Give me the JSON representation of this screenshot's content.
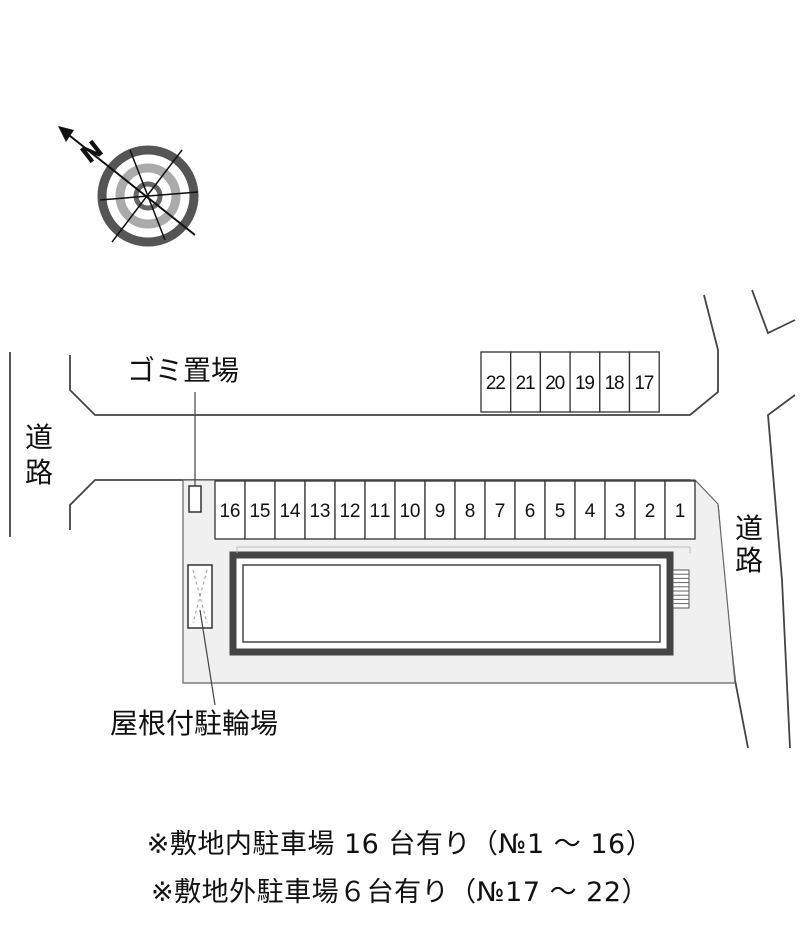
{
  "map": {
    "labels": {
      "garbage": "ゴミ置場",
      "bike_parking": "屋根付駐輪場",
      "road_left": [
        "道",
        "路"
      ],
      "road_right": [
        "道",
        "路"
      ],
      "north": "N"
    },
    "onsite_spaces": [
      "16",
      "15",
      "14",
      "13",
      "12",
      "11",
      "10",
      "9",
      "8",
      "7",
      "6",
      "5",
      "4",
      "3",
      "2",
      "1"
    ],
    "offsite_spaces": [
      "22",
      "21",
      "20",
      "19",
      "18",
      "17"
    ],
    "notes": [
      "※敷地内駐車場 16 台有り（№1 〜 16）",
      "※敷地外駐車場６台有り（№17 〜 22）"
    ]
  }
}
